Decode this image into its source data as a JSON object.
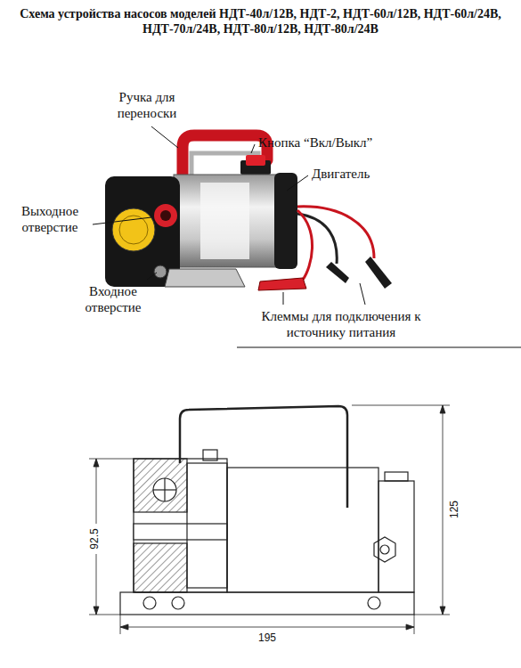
{
  "diagram": {
    "title": "Схема устройства насосов моделей НДТ-40л/12В, НДТ-2, НДТ-60л/12В, НДТ-60л/24В, НДТ-70л/24В, НДТ-80л/12В, НДТ-80л/24В",
    "labels": [
      "Ручка для переноски",
      "Кнопка “Вкл/Выкл”",
      "Двигатель",
      "Выходное отверстие",
      "Входное отверстие",
      "Клеммы для подключения к источнику питания",
      "92.5",
      "125",
      "195"
    ]
  }
}
